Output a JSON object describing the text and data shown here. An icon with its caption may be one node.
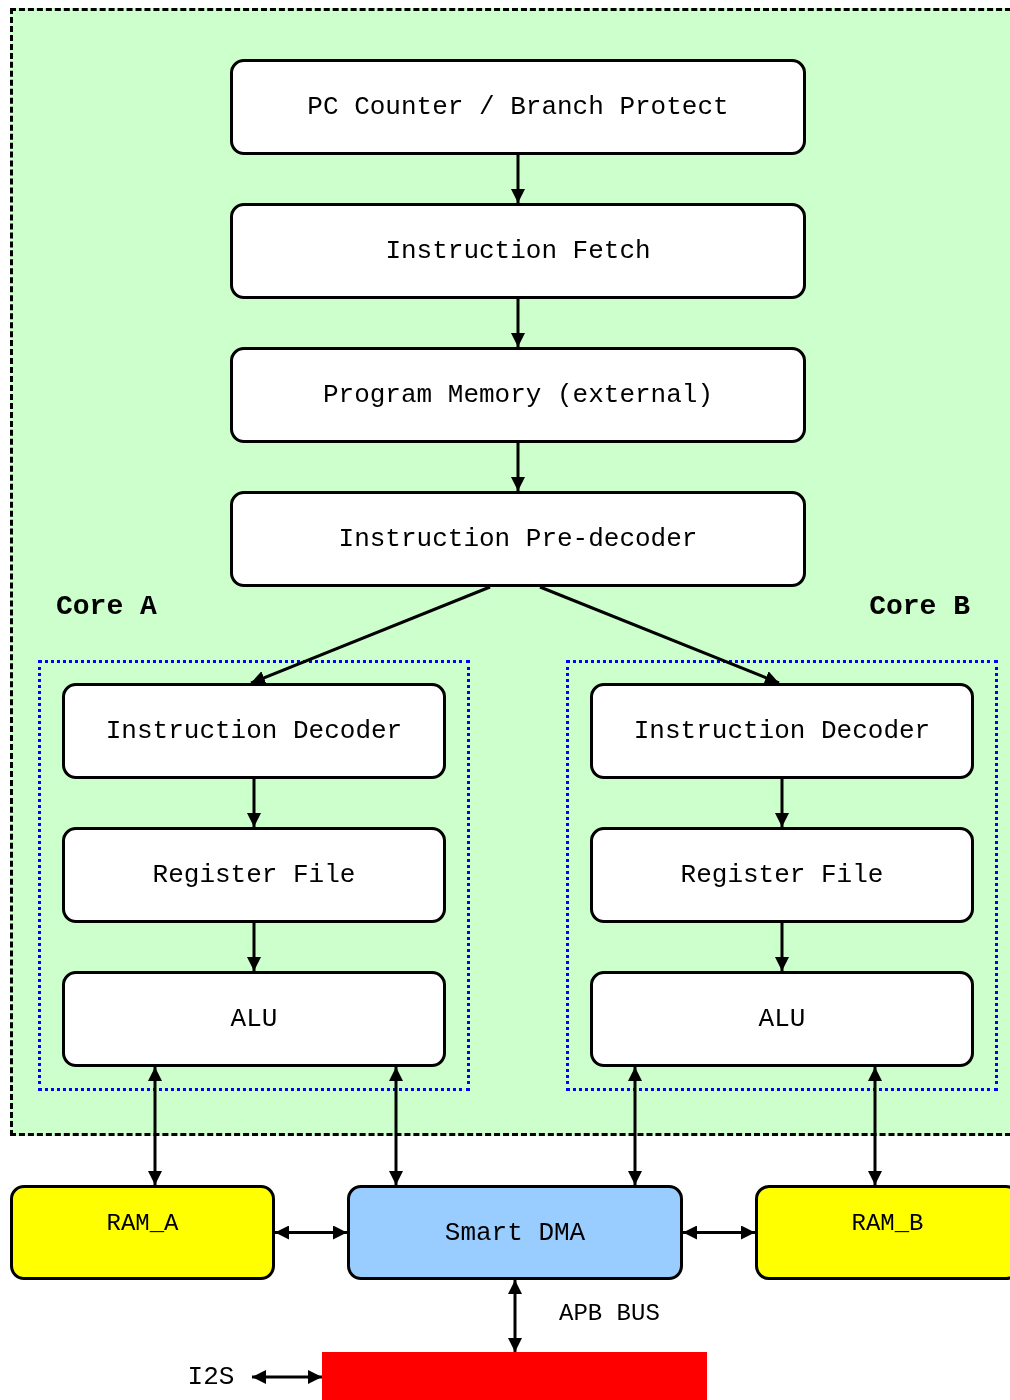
{
  "diagram": {
    "nodes": [
      {
        "text": [],
        "shape": "box"
      },
      {
        "text": [
          "PC Counter / Branch Protect"
        ],
        "in": 0
      },
      {
        "text": [
          "Instruction Fetch"
        ],
        "in": 0
      },
      {
        "text": [
          "Program Memory (external)"
        ],
        "in": 0
      },
      {
        "text": [
          "Instruction Pre-decoder"
        ],
        "in": 0
      },
      {
        "text": [
          "Core A"
        ],
        "in": 0
      },
      {
        "text": [
          "Instruction Decoder"
        ],
        "in": 5
      },
      {
        "text": [
          "Register File"
        ],
        "in": 5
      },
      {
        "text": [
          "ALU"
        ],
        "in": 5
      },
      {
        "text": [
          "Core B"
        ],
        "in": 0
      },
      {
        "text": [
          "Instruction Decoder"
        ],
        "in": 9
      },
      {
        "text": [
          "Register File"
        ],
        "in": 9
      },
      {
        "text": [
          "ALU"
        ],
        "in": 9
      },
      {
        "text": [
          "RAM_A"
        ]
      },
      {
        "text": [
          "Smart DMA"
        ]
      },
      {
        "text": [
          "RAM_B"
        ]
      },
      {
        "text": [],
        "shape": "bar"
      },
      {
        "text": [
          "I2S"
        ]
      }
    ],
    "edges": [
      {
        "from": 1,
        "to": 2,
        "arrow": "to"
      },
      {
        "from": 2,
        "to": 3,
        "arrow": "to"
      },
      {
        "from": 3,
        "to": 4,
        "arrow": "to"
      },
      {
        "from": 4,
        "to": 6,
        "arrow": "to"
      },
      {
        "from": 4,
        "to": 10,
        "arrow": "to"
      },
      {
        "from": 6,
        "to": 7,
        "arrow": "to"
      },
      {
        "from": 7,
        "to": 8,
        "arrow": "to"
      },
      {
        "from": 10,
        "to": 11,
        "arrow": "to"
      },
      {
        "from": 11,
        "to": 12,
        "arrow": "to"
      },
      {
        "from": 8,
        "to": 13,
        "arrow": "both"
      },
      {
        "from": 8,
        "to": 14,
        "arrow": "both"
      },
      {
        "from": 12,
        "to": 14,
        "arrow": "both"
      },
      {
        "from": 12,
        "to": 15,
        "arrow": "both"
      },
      {
        "from": 13,
        "to": 14,
        "arrow": "both"
      },
      {
        "from": 14,
        "to": 15,
        "arrow": "both"
      },
      {
        "from": 14,
        "to": 16,
        "arrow": "both",
        "label": "APB BUS"
      },
      {
        "from": 16,
        "to": 17,
        "arrow": "both"
      }
    ]
  }
}
